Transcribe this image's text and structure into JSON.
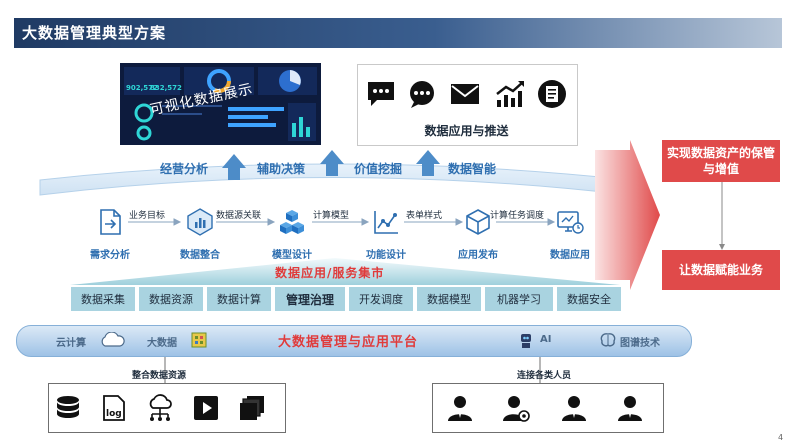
{
  "header": {
    "title": "大数据管理典型方案"
  },
  "dashboard": {
    "caption": "可视化数据展示",
    "stats": [
      "902,572",
      "832,572"
    ]
  },
  "channels": {
    "label": "数据应用与推送",
    "icons": [
      "sms-icon",
      "chat-icon",
      "mail-icon",
      "chart-icon",
      "document-icon"
    ]
  },
  "value_labels": [
    "经营分析",
    "辅助决策",
    "价值挖掘",
    "数据智能"
  ],
  "process": {
    "steps": [
      "需求分析",
      "数据整合",
      "模型设计",
      "功能设计",
      "应用发布",
      "数据应用"
    ],
    "connectors": [
      "业务目标",
      "数据源关联",
      "计算模型",
      "表单样式",
      "计算任务调度"
    ]
  },
  "service": {
    "title": "数据应用/服务集市",
    "cells": [
      "数据采集",
      "数据资源",
      "数据计算",
      "管理治理",
      "开发调度",
      "数据模型",
      "机器学习",
      "数据安全"
    ]
  },
  "platform": {
    "title": "大数据管理与应用平台",
    "left": [
      "云计算",
      "大数据"
    ],
    "right": [
      "AI",
      "图谱技术"
    ]
  },
  "bottom": {
    "left_label": "整合数据资源",
    "right_label": "连接各类人员",
    "left_icons": [
      "database-icon",
      "log-icon",
      "cloud-network-icon",
      "play-icon",
      "stack-icon"
    ],
    "right_icons": [
      "person-icon",
      "person-settings-icon",
      "person-icon",
      "person-icon"
    ]
  },
  "outcome": {
    "top": "实现数据资产的保管与增值",
    "bottom": "让数据赋能业务"
  },
  "page_number": "4",
  "colors": {
    "accent_blue": "#2f6fb0",
    "accent_red": "#e04a4a",
    "title_bar": "#1f3a63"
  }
}
